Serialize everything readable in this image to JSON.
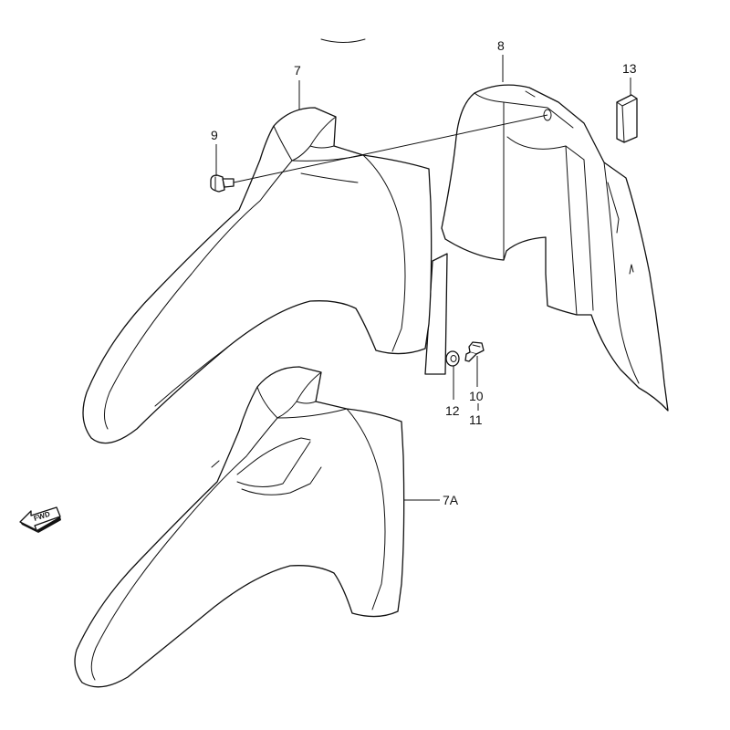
{
  "diagram": {
    "callouts": [
      {
        "id": "7",
        "label": "7"
      },
      {
        "id": "8",
        "label": "8"
      },
      {
        "id": "9",
        "label": "9"
      },
      {
        "id": "13",
        "label": "13"
      },
      {
        "id": "12",
        "label": "12"
      },
      {
        "id": "10",
        "label": "10"
      },
      {
        "id": "11",
        "label": "11"
      },
      {
        "id": "7a",
        "label": "7A"
      }
    ],
    "direction_marker": {
      "label": "FWD",
      "icon": "fwd-arrow-icon"
    },
    "colors": {
      "line": "#111111",
      "background": "#ffffff"
    }
  }
}
